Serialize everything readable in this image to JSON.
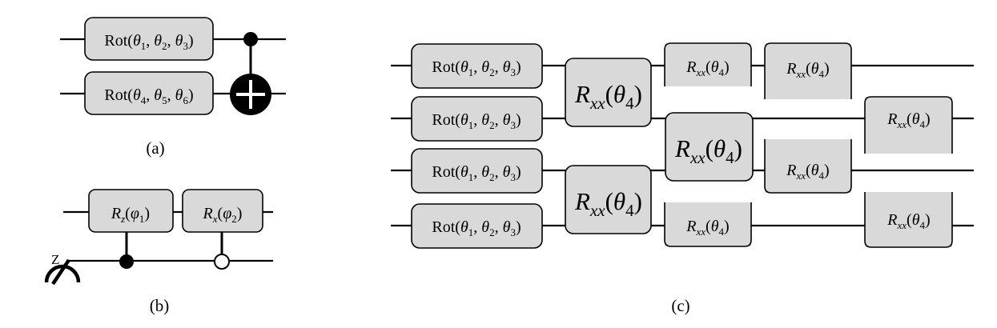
{
  "panels": {
    "a": {
      "caption": "(a)",
      "gates": [
        {
          "name": "Rot",
          "args": [
            "θ",
            "1",
            "θ",
            "2",
            "θ",
            "3"
          ]
        },
        {
          "name": "Rot",
          "args": [
            "θ",
            "4",
            "θ",
            "5",
            "θ",
            "6"
          ]
        }
      ]
    },
    "b": {
      "caption": "(b)",
      "measure_label": "Z",
      "gates": [
        {
          "base": "R",
          "sub": "z",
          "arg": "φ",
          "argsub": "1"
        },
        {
          "base": "R",
          "sub": "x",
          "arg": "φ",
          "argsub": "2"
        }
      ]
    },
    "c": {
      "caption": "(c)",
      "rot_gate": {
        "name": "Rot",
        "args": [
          "θ",
          "1",
          "θ",
          "2",
          "θ",
          "3"
        ]
      },
      "rxx_gate": {
        "base": "R",
        "sub": "xx",
        "arg": "θ",
        "argsub": "4"
      }
    }
  }
}
